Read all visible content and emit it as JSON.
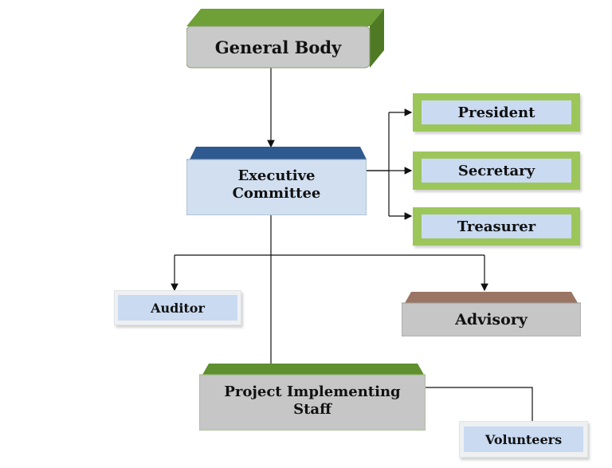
{
  "nodes": {
    "general_body": "General Body",
    "executive_committee": [
      "Executive",
      "Committee"
    ],
    "president": "President",
    "secretary": "Secretary",
    "treasurer": "Treasurer",
    "auditor": "Auditor",
    "advisory": "Advisory",
    "project_staff": [
      "Project Implementing",
      "Staff"
    ],
    "volunteers": "Volunteers"
  },
  "colors": {
    "green_accent": "#6fa038",
    "dark_green": "#4f7a23",
    "blue_accent": "#2f5a8f",
    "brown_accent": "#9b7563",
    "gray_face": "#c4c4c4",
    "light_blue_inner": "#c9daf1",
    "frame_green": "#9cc65a"
  }
}
